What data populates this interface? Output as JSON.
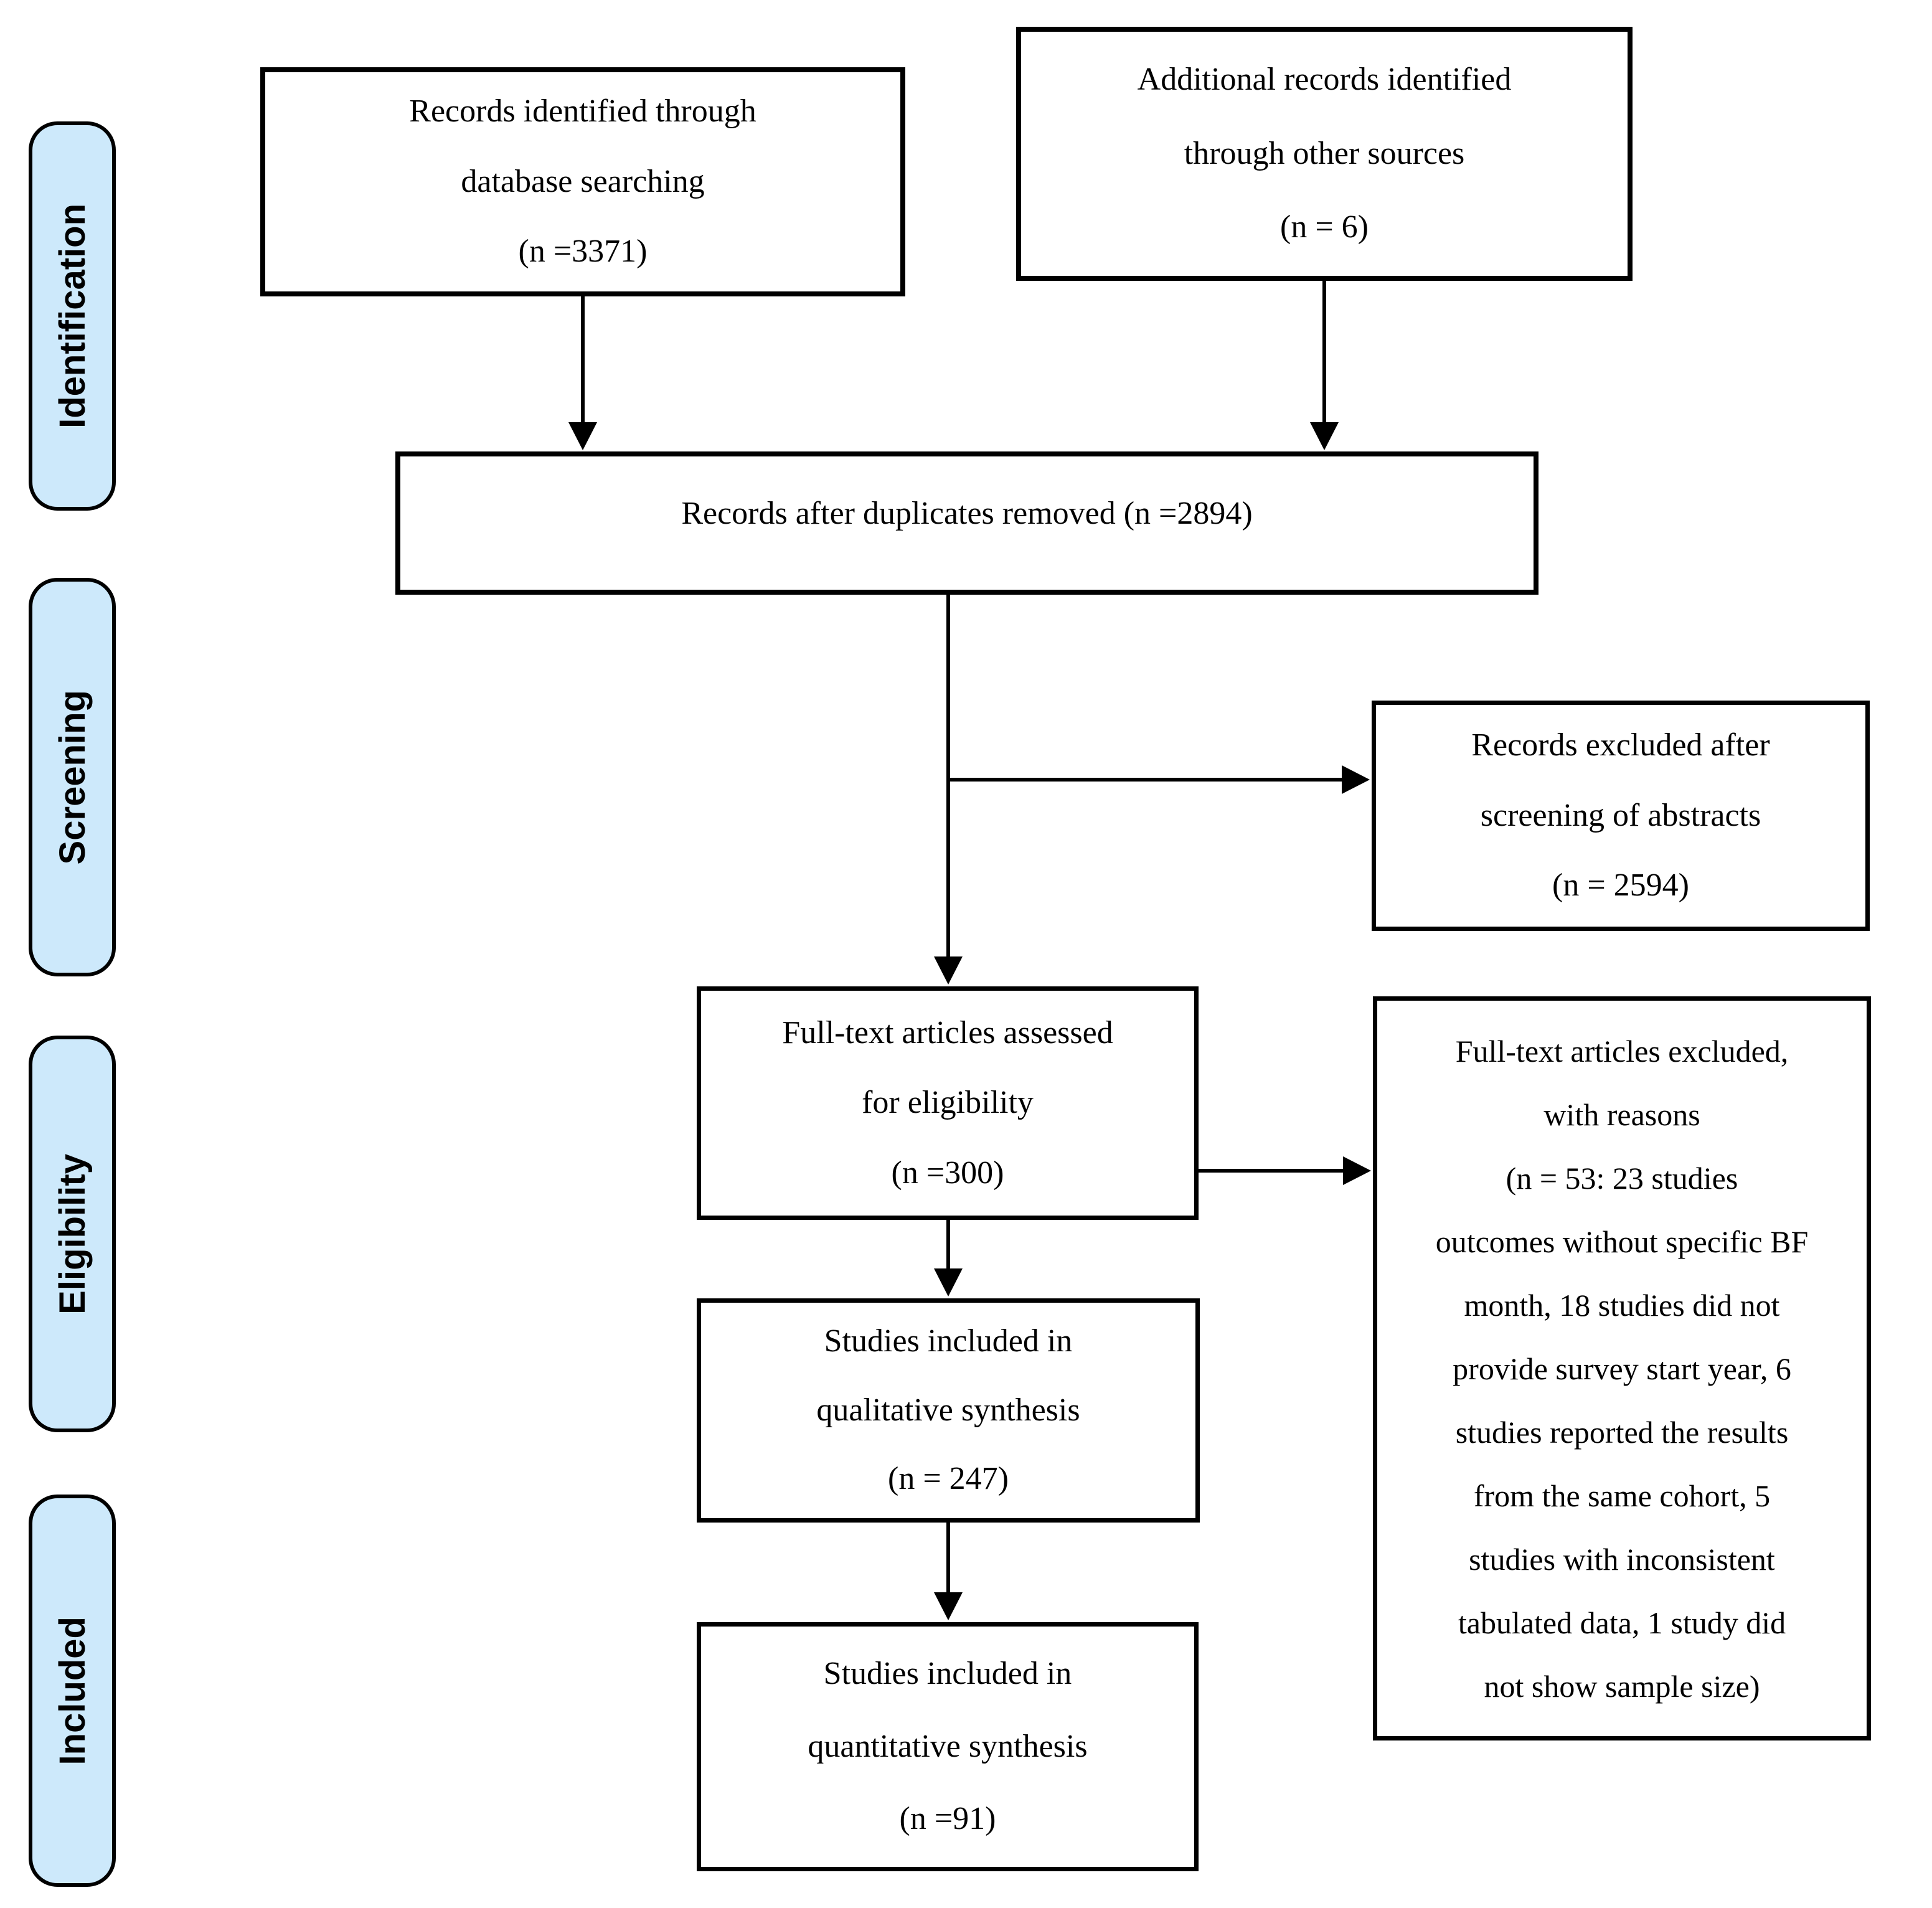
{
  "figure": {
    "background_color": "#ffffff",
    "box_border_color": "#000000",
    "stage_fill_color": "#cde9fb",
    "stage_labels": [
      {
        "id": "identification",
        "label": "Identification"
      },
      {
        "id": "screening",
        "label": "Screening"
      },
      {
        "id": "eligibility",
        "label": "Eligibility"
      },
      {
        "id": "included",
        "label": "Included"
      }
    ]
  },
  "boxes": {
    "records_identified": {
      "n": 3371,
      "lines": [
        "Records identified through",
        "database searching",
        "(n =3371)"
      ]
    },
    "additional_records": {
      "n": 6,
      "lines": [
        "Additional records identified",
        "through other sources",
        "(n = 6)"
      ]
    },
    "duplicates_removed": {
      "n": 2894,
      "lines": [
        "Records after duplicates removed (n =2894)"
      ]
    },
    "records_excluded": {
      "n": 2594,
      "lines": [
        "Records excluded after",
        "screening of abstracts",
        "(n = 2594)"
      ]
    },
    "fulltext_assessed": {
      "n": 300,
      "lines": [
        "Full-text articles assessed",
        "for eligibility",
        "(n =300)"
      ]
    },
    "fulltext_excluded": {
      "n": 53,
      "exclusion_reasons": {
        "outcomes_without_specific_bf_month": 23,
        "no_survey_start_year": 18,
        "same_cohort_results": 6,
        "inconsistent_tabulated_data": 5,
        "no_sample_size_shown": 1
      },
      "lines": [
        "Full-text articles excluded,",
        "with reasons",
        "(n = 53: 23 studies",
        "outcomes without specific BF",
        "month, 18 studies did not",
        "provide survey start year, 6",
        "studies reported the results",
        "from the same cohort, 5",
        "studies with inconsistent",
        "tabulated data, 1 study did",
        "not show sample size)"
      ]
    },
    "qualitative_synthesis": {
      "n": 247,
      "lines": [
        "Studies included in",
        "qualitative synthesis",
        "(n = 247)"
      ]
    },
    "quantitative_synthesis": {
      "n": 91,
      "lines": [
        "Studies included in",
        "quantitative synthesis",
        "(n =91)"
      ]
    }
  }
}
